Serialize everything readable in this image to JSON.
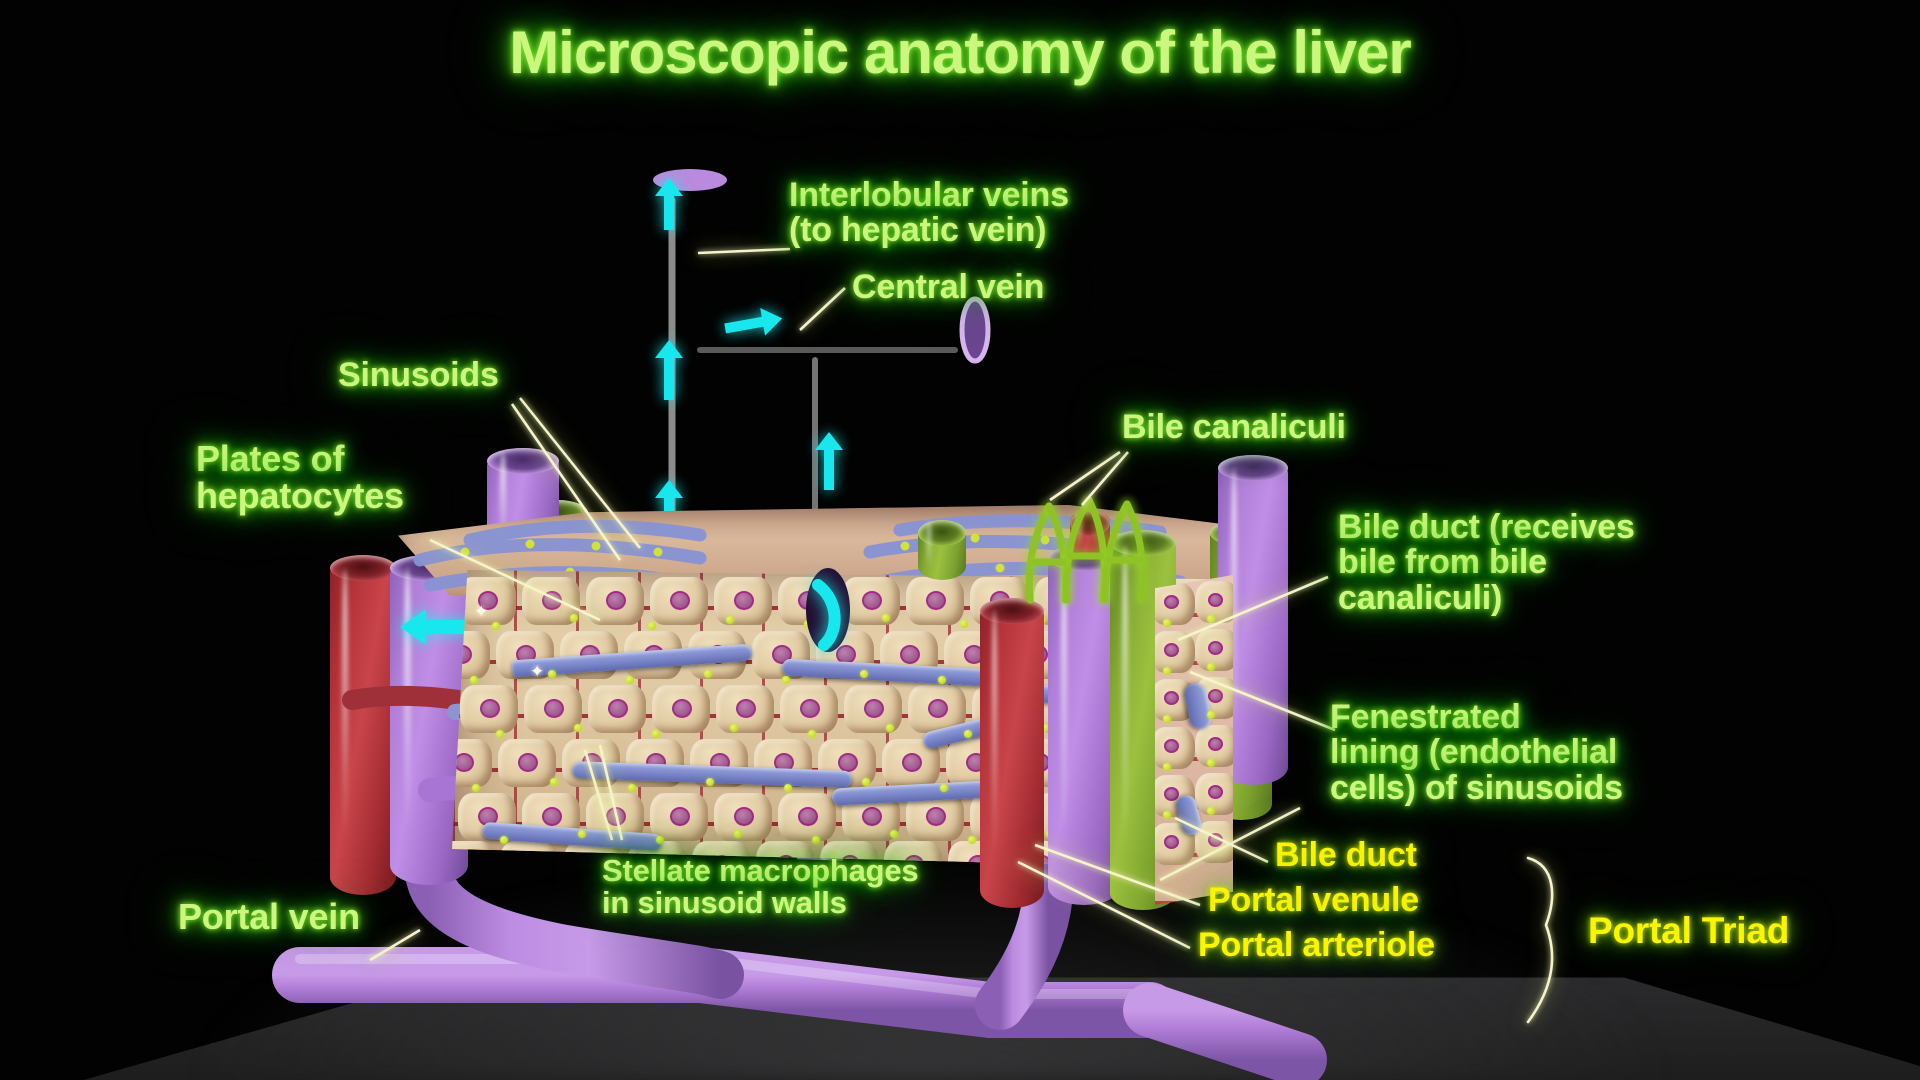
{
  "title": "Microscopic anatomy of the liver",
  "colors": {
    "background": "#000000",
    "title_text": "#ccf77f",
    "label_green": "#ccf77f",
    "label_yellow": "#fbf500",
    "glow_green": "#54d617",
    "leader_line": "#f6f4c8",
    "vein_purple": "#b07fd8",
    "bile_duct_green": "#9cc13f",
    "arteriole_red": "#c8454a",
    "sinusoid_blue": "#7f8cce",
    "hepatocyte_tan": "#e2cda5",
    "nucleus_magenta": "#a32a86",
    "flow_arrow_cyan": "#18e8ee",
    "canaliculi_green": "#8fc225",
    "ground_gray": "#2b2b2d"
  },
  "labels": [
    {
      "id": "interlobular-veins",
      "text": "Interlobular veins\n(to hepatic vein)",
      "color": "green"
    },
    {
      "id": "central-vein",
      "text": "Central vein",
      "color": "green"
    },
    {
      "id": "sinusoids",
      "text": "Sinusoids",
      "color": "green"
    },
    {
      "id": "plates-of-hepatocytes",
      "text": "Plates of\nhepatocytes",
      "color": "green"
    },
    {
      "id": "bile-canaliculi",
      "text": "Bile canaliculi",
      "color": "green"
    },
    {
      "id": "bile-duct-receives",
      "text": "Bile duct (receives\nbile from bile\ncanaliculi)",
      "color": "green"
    },
    {
      "id": "fenestrated-lining",
      "text": "Fenestrated\nlining (endothelial\ncells) of sinusoids",
      "color": "green"
    },
    {
      "id": "stellate-macrophages",
      "text": "Stellate macrophages\nin sinusoid walls",
      "color": "green"
    },
    {
      "id": "portal-vein",
      "text": "Portal vein",
      "color": "green"
    },
    {
      "id": "bile-duct",
      "text": "Bile duct",
      "color": "yellow"
    },
    {
      "id": "portal-venule",
      "text": "Portal venule",
      "color": "yellow"
    },
    {
      "id": "portal-arteriole",
      "text": "Portal arteriole",
      "color": "yellow"
    },
    {
      "id": "portal-triad",
      "text": "Portal Triad",
      "color": "yellow"
    }
  ],
  "diagram": {
    "subject": "liver lobule 3D model",
    "structures": [
      "central vein",
      "interlobular vein",
      "portal vein",
      "portal venule",
      "portal arteriole",
      "bile duct",
      "bile canaliculi",
      "sinusoids",
      "plates of hepatocytes",
      "stellate macrophages",
      "fenestrated endothelial lining"
    ],
    "flow_arrow_direction": "blood flows inward toward the central vein and upward to the hepatic vein"
  }
}
